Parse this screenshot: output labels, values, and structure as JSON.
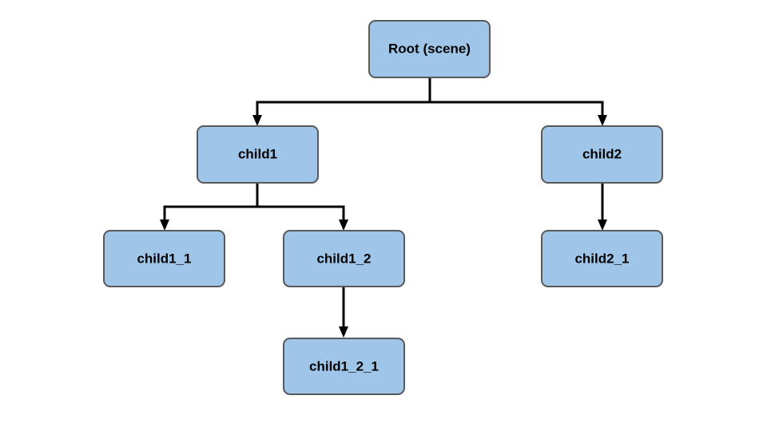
{
  "diagram": {
    "type": "tree",
    "nodes": [
      {
        "id": "root",
        "label": "Root (scene)"
      },
      {
        "id": "child1",
        "label": "child1"
      },
      {
        "id": "child2",
        "label": "child2"
      },
      {
        "id": "child1_1",
        "label": "child1_1"
      },
      {
        "id": "child1_2",
        "label": "child1_2"
      },
      {
        "id": "child2_1",
        "label": "child2_1"
      },
      {
        "id": "child1_2_1",
        "label": "child1_2_1"
      }
    ],
    "edges": [
      {
        "from": "root",
        "to": "child1"
      },
      {
        "from": "root",
        "to": "child2"
      },
      {
        "from": "child1",
        "to": "child1_1"
      },
      {
        "from": "child1",
        "to": "child1_2"
      },
      {
        "from": "child1_2",
        "to": "child1_2_1"
      },
      {
        "from": "child2",
        "to": "child2_1"
      }
    ],
    "colors": {
      "node_fill": "#9fc5e8",
      "node_border": "#595959",
      "edge": "#000000",
      "text": "#000000"
    }
  }
}
